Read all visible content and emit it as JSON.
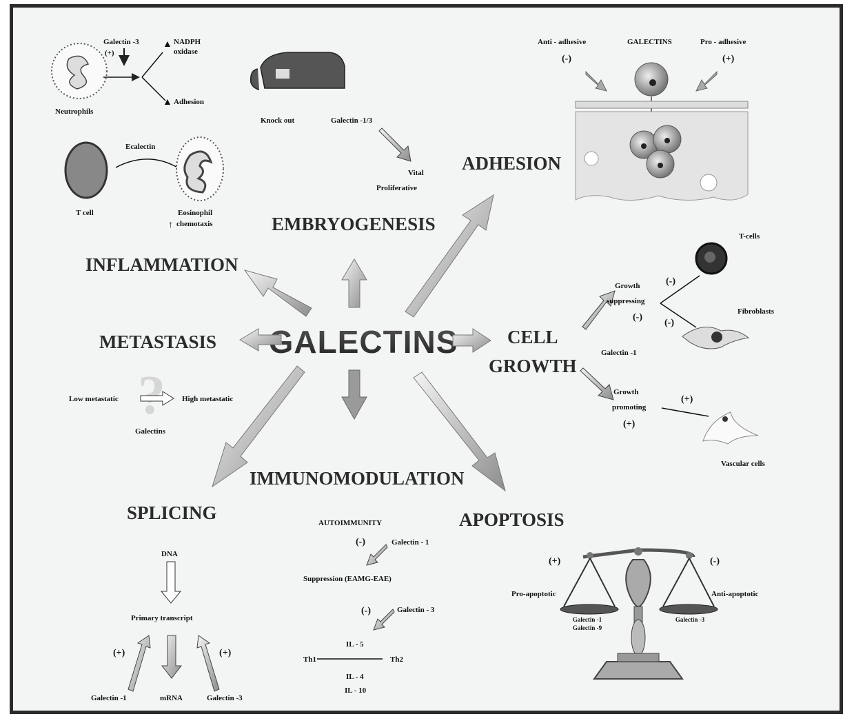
{
  "center": {
    "title": "GALECTINS"
  },
  "topics": {
    "inflammation": "INFLAMMATION",
    "embryogenesis": "EMBRYOGENESIS",
    "adhesion": "ADHESION",
    "metastasis": "METASTASIS",
    "cell_growth_1": "CELL",
    "cell_growth_2": "GROWTH",
    "splicing": "SPLICING",
    "immunomodulation": "IMMUNOMODULATION",
    "apoptosis": "APOPTOSIS"
  },
  "inflammation_panel": {
    "galectin3": "Galectin -3",
    "plus": "(+)",
    "nadph_1": "NADPH",
    "nadph_2": "oxidase",
    "adhesion": "Adhesion",
    "neutrophils": "Neutrophils",
    "ecalectin": "Ecalectin",
    "tcell": "T cell",
    "eosinophil_1": "Eosinophil",
    "eosinophil_2": "chemotaxis"
  },
  "embryo_panel": {
    "knockout": "Knock out",
    "galectin13": "Galectin -1/3",
    "viral_1": "Vital",
    "viral_2": "Proliferative"
  },
  "adhesion_panel": {
    "anti": "Anti - adhesive",
    "anti_sign": "(-)",
    "galectins": "GALECTINS",
    "pro": "Pro - adhesive",
    "pro_sign": "(+)"
  },
  "growth_panel": {
    "tcells": "T-cells",
    "suppress_1": "Growth",
    "suppress_2": "suppressing",
    "minus_a": "(-)",
    "minus_b": "(-)",
    "minus_c": "(-)",
    "fibroblasts": "Fibroblasts",
    "galectin1": "Galectin -1",
    "promote_1": "Growth",
    "promote_2": "promoting",
    "plus_a": "(+)",
    "plus_b": "(+)",
    "vascular": "Vascular cells"
  },
  "metastasis_panel": {
    "low": "Low metastatic",
    "high": "High metastatic",
    "galectins": "Galectins"
  },
  "splicing_panel": {
    "dna": "DNA",
    "primary": "Primary transcript",
    "plus_l": "(+)",
    "plus_r": "(+)",
    "gal1": "Galectin -1",
    "mrna": "mRNA",
    "gal3": "Galectin -3"
  },
  "immuno_panel": {
    "autoimmunity": "AUTOIMMUNITY",
    "minus1": "(-)",
    "gal1": "Galectin - 1",
    "suppression": "Suppression (EAMG-EAE)",
    "minus2": "(-)",
    "gal3": "Galectin - 3",
    "il5": "IL - 5",
    "th1": "Th1",
    "th2": "Th2",
    "il4": "IL - 4",
    "il10": "IL - 10"
  },
  "apoptosis_panel": {
    "plus": "(+)",
    "minus": "(-)",
    "pro": "Pro-apoptotic",
    "anti": "Anti-apoptotic",
    "gal1": "Galectin -1",
    "gal9": "Galectin -9",
    "gal3": "Galectin -3"
  }
}
